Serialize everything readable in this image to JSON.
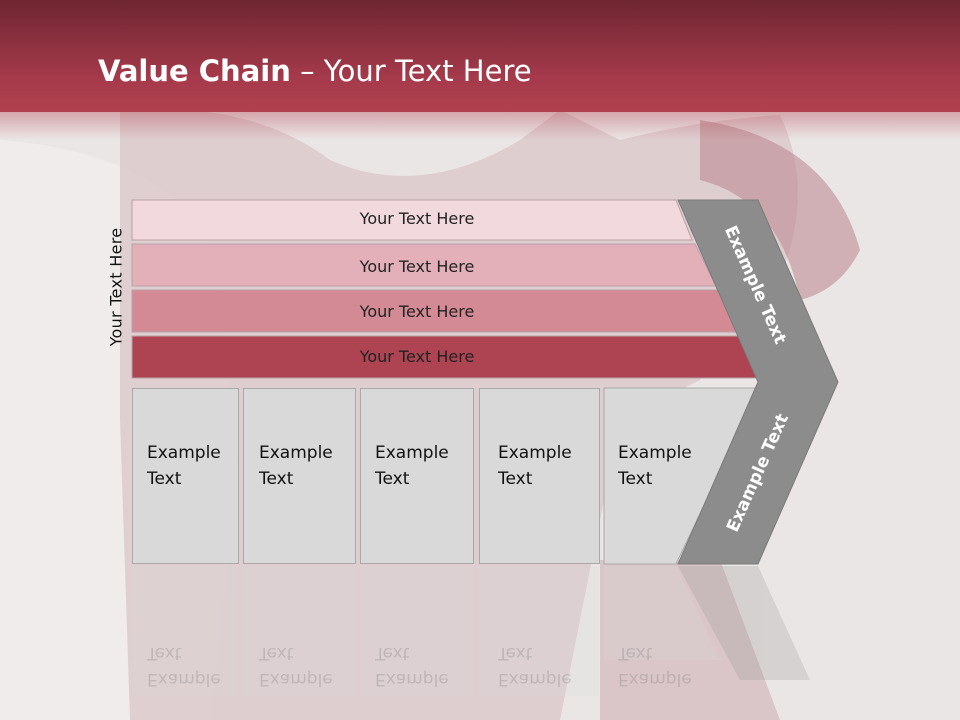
{
  "title": {
    "bold": "Value Chain",
    "rest": " – Your Text Here"
  },
  "side_label": "Your Text Here",
  "bands": [
    {
      "label": "Your Text Here",
      "color": "#f2d9de"
    },
    {
      "label": "Your Text Here",
      "color": "#e3b0ba"
    },
    {
      "label": "Your Text Here",
      "color": "#d48a95"
    },
    {
      "label": "Your Text Here",
      "color": "#ae4352"
    }
  ],
  "boxes": [
    {
      "label": "Example Text"
    },
    {
      "label": "Example Text"
    },
    {
      "label": "Example Text"
    },
    {
      "label": "Example Text"
    },
    {
      "label": "Example Text"
    }
  ],
  "chevron": {
    "upper": "Example Text",
    "lower": "Example Text",
    "color": "#8c8c8c"
  },
  "colors": {
    "header": "#a53a4b",
    "box": "#d9d9d9"
  }
}
